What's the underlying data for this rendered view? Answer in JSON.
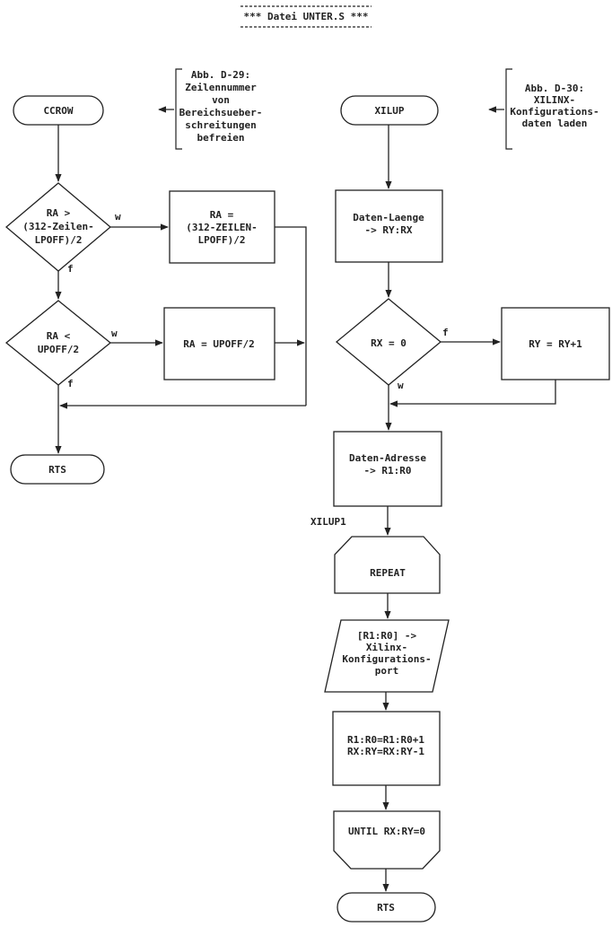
{
  "header": {
    "title": "*** Datei UNTER.S ***"
  },
  "left": {
    "annotation": [
      "Abb. D-29:",
      "Zeilennummer",
      "von",
      "Bereichsueber-",
      "schreitungen",
      "befreien"
    ],
    "start": "CCROW",
    "decision1": [
      "RA >",
      "(312-Zeilen-",
      "LPOFF)/2"
    ],
    "decision1_yes": "w",
    "decision1_no": "f",
    "process1": [
      "RA =",
      "(312-ZEILEN-",
      "LPOFF)/2"
    ],
    "decision2": [
      "RA <",
      "UPOFF/2"
    ],
    "decision2_yes": "w",
    "decision2_no": "f",
    "process2": [
      "RA = UPOFF/2"
    ],
    "end": "RTS"
  },
  "right": {
    "annotation": [
      "Abb. D-30:",
      "XILINX-",
      "Konfigurations-",
      "daten laden"
    ],
    "start": "XILUP",
    "process1": [
      "Daten-Laenge",
      "-> RY:RX"
    ],
    "decision": [
      "RX = 0"
    ],
    "decision_no": "f",
    "decision_yes": "w",
    "process2": [
      "RY = RY+1"
    ],
    "process3": [
      "Daten-Adresse",
      "-> R1:R0"
    ],
    "label": "XILUP1",
    "loop_start": "REPEAT",
    "io": [
      "[R1:R0] ->",
      "Xilinx-",
      "Konfigurations-",
      "port"
    ],
    "process4": [
      "R1:R0=R1:R0+1",
      "RX:RY=RX:RY-1"
    ],
    "loop_end": "UNTIL RX:RY=0",
    "end": "RTS"
  }
}
